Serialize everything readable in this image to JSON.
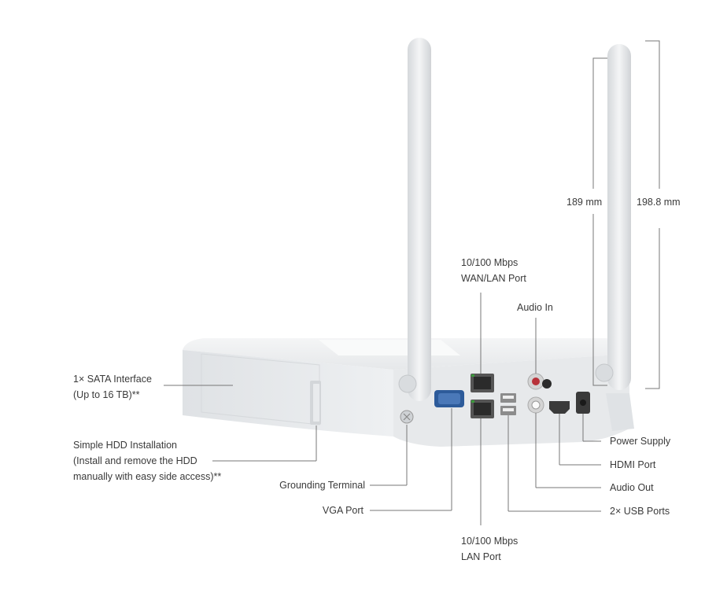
{
  "labels": {
    "sata_line1": "1× SATA Interface",
    "sata_line2": "(Up to 16 TB)**",
    "hdd_line1": "Simple HDD Installation",
    "hdd_line2": "(Install and remove the HDD",
    "hdd_line3": "manually with easy side access)**",
    "grounding": "Grounding Terminal",
    "vga": "VGA Port",
    "wan_line1": "10/100 Mbps",
    "wan_line2": "WAN/LAN Port",
    "audio_in": "Audio In",
    "lan_line1": "10/100 Mbps",
    "lan_line2": "LAN Port",
    "power": "Power Supply",
    "hdmi": "HDMI Port",
    "audio_out": "Audio Out",
    "usb": "2× USB Ports"
  },
  "dimensions": {
    "antenna_height": "189 mm",
    "total_height": "198.8 mm"
  },
  "colors": {
    "body": "#eceef0",
    "line": "#777777",
    "text": "#3a3a3a"
  }
}
